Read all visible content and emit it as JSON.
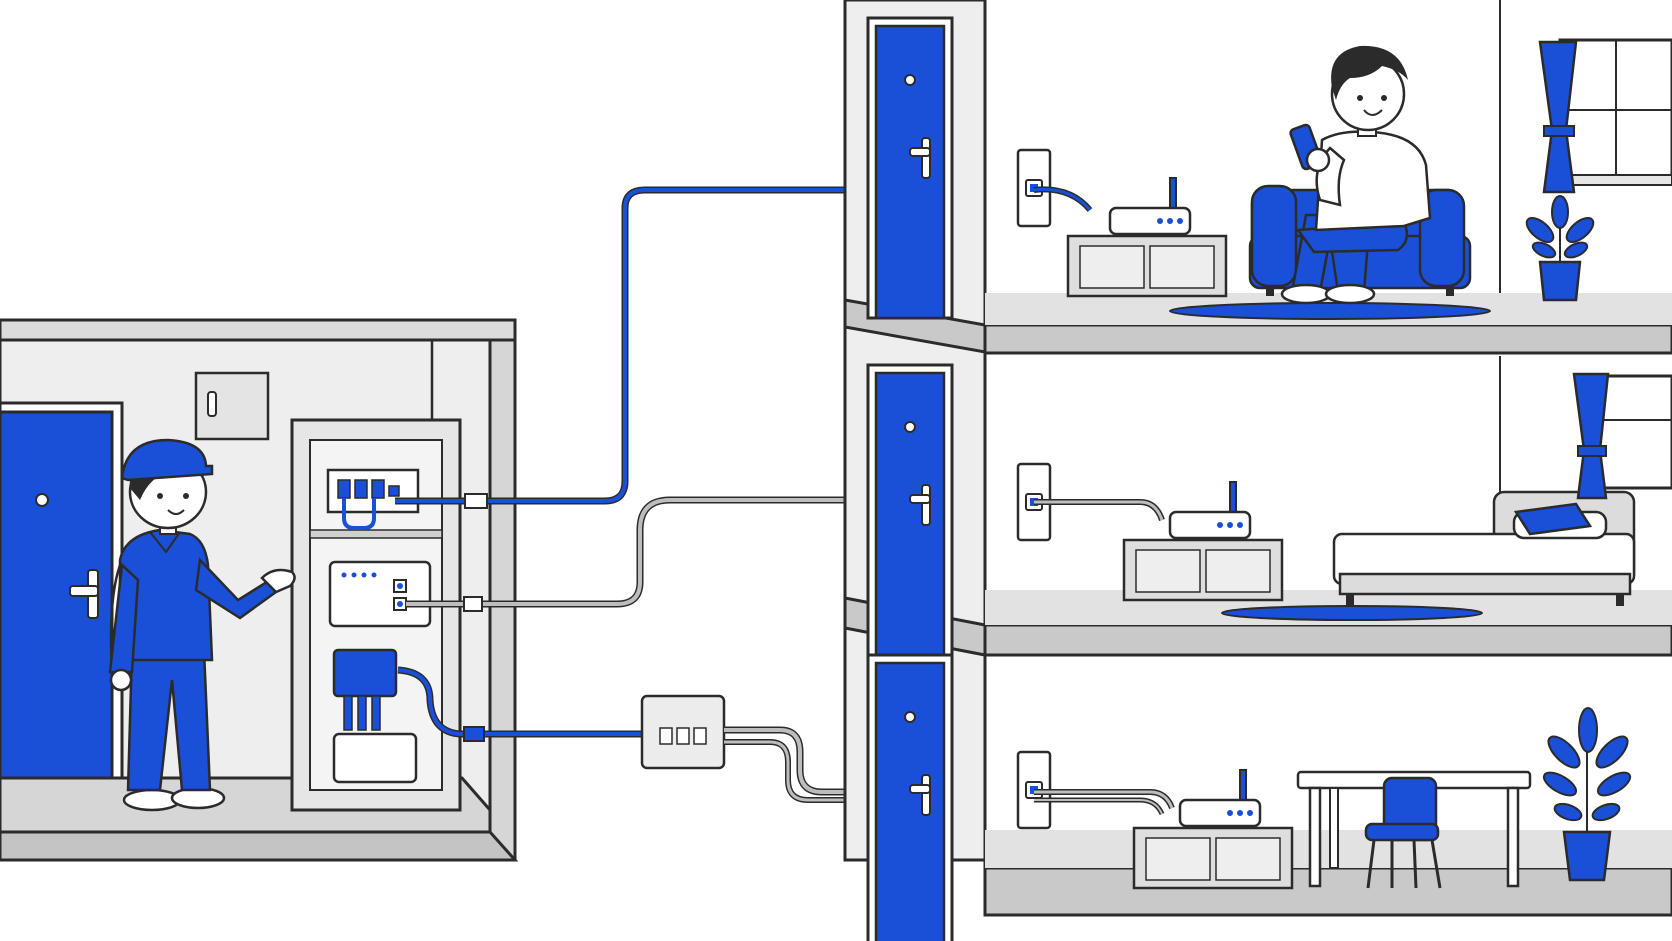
{
  "scene": {
    "palette": {
      "blue": "#1a4fd8",
      "blue_dark": "#1238a8",
      "outline": "#2b2b2b",
      "wall": "#eeeeee",
      "floor": "#d6d6d6",
      "slab": "#c9c9c9",
      "cable_gray": "#9a9a9a",
      "white": "#ffffff"
    },
    "utility_room": {
      "door": {
        "color": "blue",
        "handle": "lever"
      },
      "wall_panel": "electric-meter-box",
      "network_cabinet": {
        "top_unit": "patch-panel",
        "middle_unit": "onu-modem",
        "bottom_units": [
          "splitter-box",
          "power-supply"
        ]
      },
      "technician": {
        "uniform": "blue",
        "cap": "blue",
        "gesture": "pointing-to-cabinet"
      }
    },
    "cabling": {
      "main_lines": [
        "blue-fiber",
        "gray-lan",
        "blue-fiber"
      ],
      "junction_box": {
        "ports": 3
      },
      "branches": [
        "floor-3",
        "floor-2",
        "floor-1"
      ]
    },
    "building": {
      "floors": [
        {
          "id": "floor-3",
          "room": "living-room",
          "furniture": [
            "sofa",
            "tv-stand",
            "rug",
            "plant",
            "window",
            "curtain"
          ],
          "occupant": "resident-with-smartphone",
          "router": "wifi-router"
        },
        {
          "id": "floor-2",
          "room": "bedroom",
          "furniture": [
            "bed",
            "tv-stand",
            "rug",
            "window",
            "curtain"
          ],
          "router": "wifi-router"
        },
        {
          "id": "floor-1",
          "room": "dining-room",
          "furniture": [
            "table",
            "chair",
            "tv-stand",
            "plant"
          ],
          "router": "wifi-router"
        }
      ]
    }
  }
}
